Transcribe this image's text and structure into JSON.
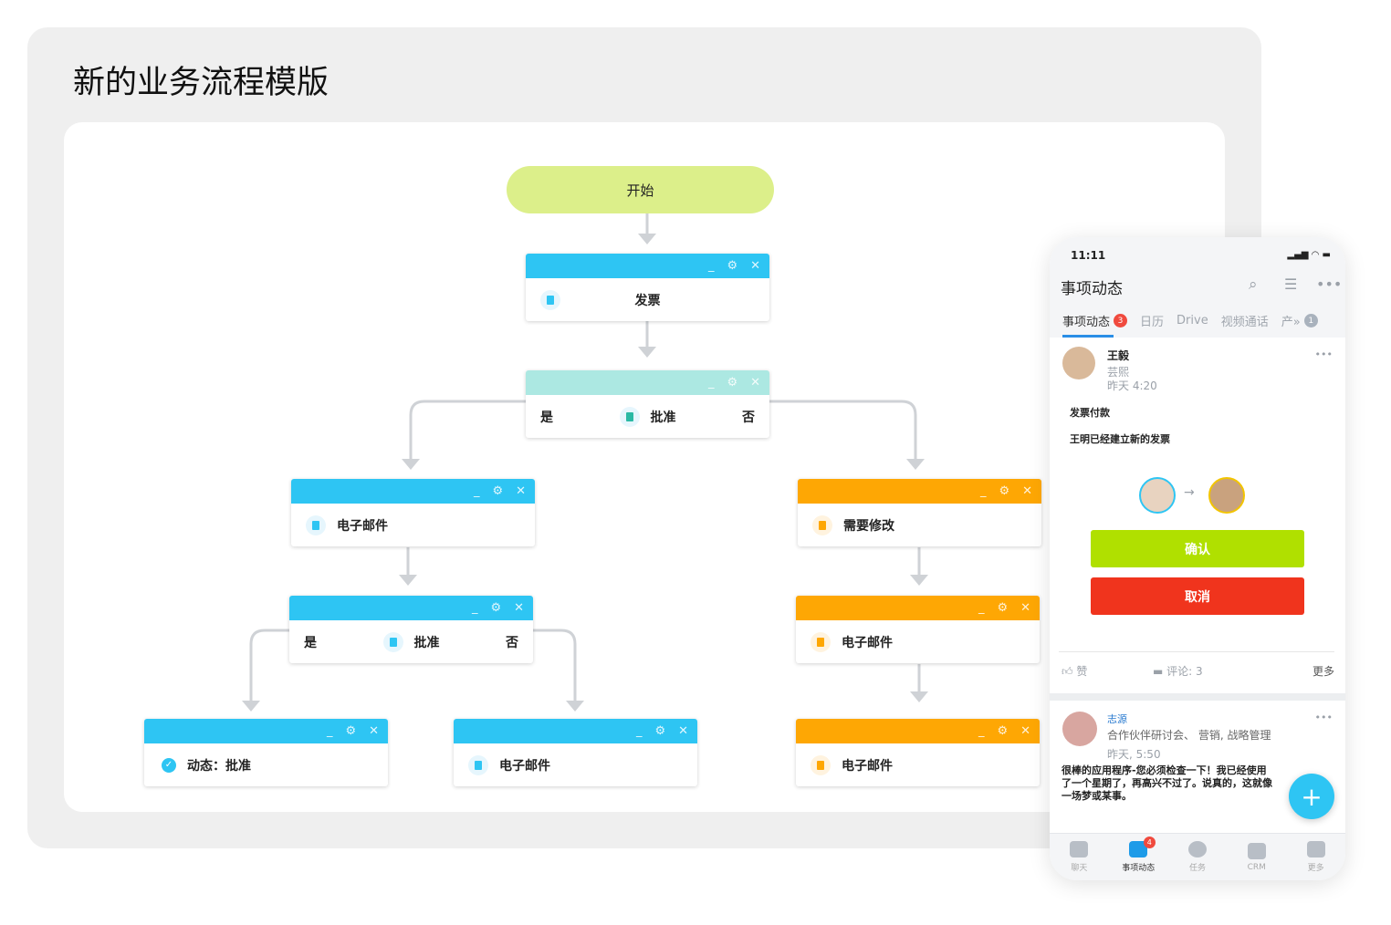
{
  "title": "新的业务流程模版",
  "start": "开始",
  "nodes": [
    {
      "label": "发票",
      "color": "blue"
    },
    {
      "label": "批准",
      "yes": "是",
      "no": "否",
      "color": "teal"
    },
    {
      "label": "电子邮件",
      "color": "blue"
    },
    {
      "label": "需要修改",
      "color": "orange"
    },
    {
      "label": "批准",
      "yes": "是",
      "no": "否",
      "color": "blue"
    },
    {
      "label": "电子邮件",
      "color": "orange"
    },
    {
      "label": "动态：批准",
      "color": "blue"
    },
    {
      "label": "电子邮件",
      "color": "blue"
    },
    {
      "label": "电子邮件",
      "color": "orange"
    }
  ],
  "header_icons": {
    "minimize": "_",
    "settings": "⚙",
    "close": "✕"
  },
  "phone": {
    "time": "11:11",
    "title": "事项动态",
    "tabs": [
      {
        "label": "事项动态",
        "badge": "3"
      },
      {
        "label": "日历"
      },
      {
        "label": "Drive"
      },
      {
        "label": "视频通话"
      },
      {
        "label": "产»",
        "badge": "1"
      }
    ],
    "post1": {
      "name": "王毅",
      "group": "芸熙",
      "time": "昨天 4:20",
      "heading": "发票付款",
      "text": "王明已经建立新的发票",
      "confirm": "确认",
      "cancel": "取消",
      "like": "赞",
      "comments": "评论: 3",
      "more": "更多"
    },
    "post2": {
      "name": "志源",
      "tags": "合作伙伴研讨会、 营销, 战略管理",
      "time": "昨天, 5:50",
      "text": "很棒的应用程序-您必须检查一下！我已经使用了一个星期了，再高兴不过了。说真的，这就像一场梦或某事。"
    },
    "fab": "+",
    "tabbar": [
      {
        "label": "聊天"
      },
      {
        "label": "事项动态",
        "badge": "4"
      },
      {
        "label": "任务"
      },
      {
        "label": "CRM"
      },
      {
        "label": "更多"
      }
    ],
    "colors": {
      "accent": "#2ec5f3",
      "confirm": "#b0e000",
      "cancel": "#f0341d"
    }
  }
}
